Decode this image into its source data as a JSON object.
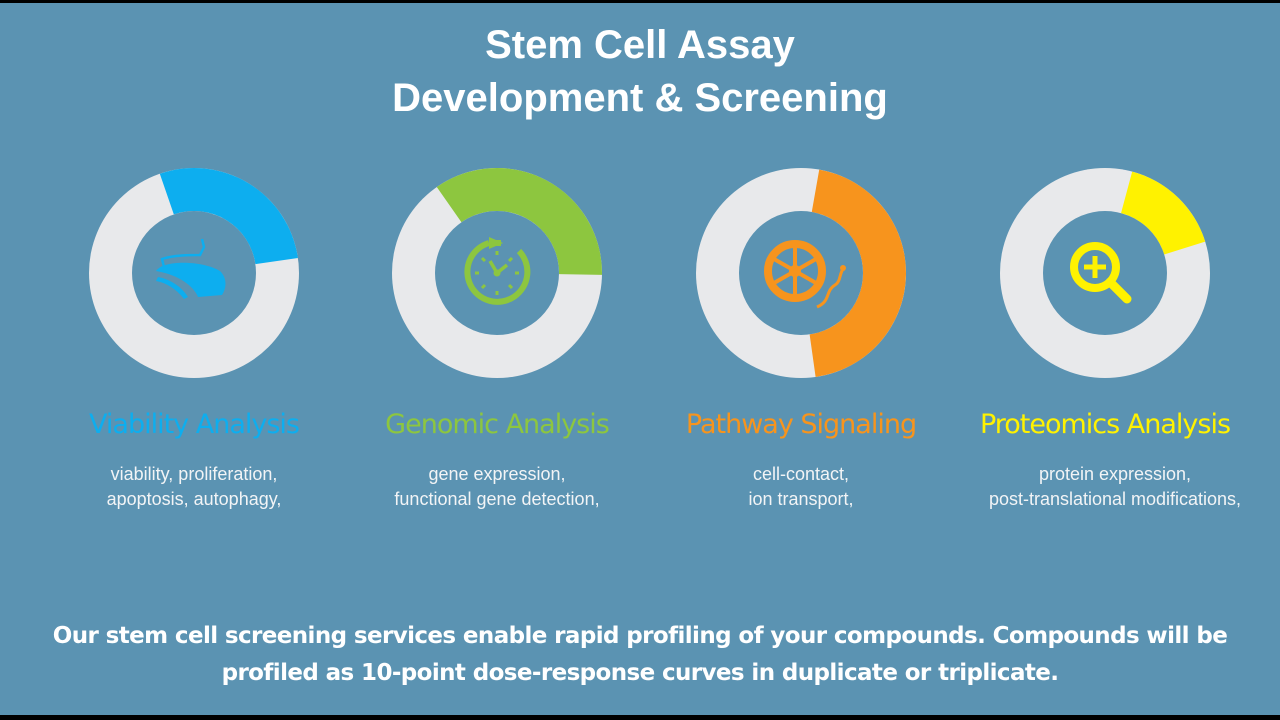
{
  "title": {
    "line1": "Stem Cell Assay",
    "line2": "Development & Screening"
  },
  "colors": {
    "background": "#5b93b2",
    "ring_track": "#e8e9eb",
    "text": "#ffffff"
  },
  "chart_data": {
    "type": "pie",
    "variant": "donut",
    "title": "Stem Cell Assay Development & Screening",
    "series": [
      {
        "name": "Viability Analysis",
        "icon": "cell-dish-icon",
        "color": "#0daeef",
        "start_deg": -19,
        "percent": 28,
        "description": [
          "viability, proliferation,",
          "apoptosis, autophagy,"
        ]
      },
      {
        "name": "Genomic Analysis",
        "icon": "clock-refresh-icon",
        "color": "#8dc63f",
        "start_deg": -35,
        "percent": 35,
        "description": [
          "gene expression,",
          "functional gene detection,"
        ]
      },
      {
        "name": "Pathway Signaling",
        "icon": "cell-pathway-icon",
        "color": "#f7941d",
        "start_deg": 10,
        "percent": 45,
        "description": [
          "cell-contact,",
          "ion transport,"
        ]
      },
      {
        "name": "Proteomics Analysis",
        "icon": "magnifier-plus-icon",
        "color": "#fff200",
        "start_deg": 15,
        "percent": 16,
        "description": [
          "protein expression,",
          "post-translational modifications,"
        ]
      }
    ]
  },
  "footer": {
    "line1": "Our stem cell screening services enable rapid profiling of your compounds. Compounds will be",
    "line2": "profiled as 10-point dose-response curves in duplicate or triplicate."
  }
}
